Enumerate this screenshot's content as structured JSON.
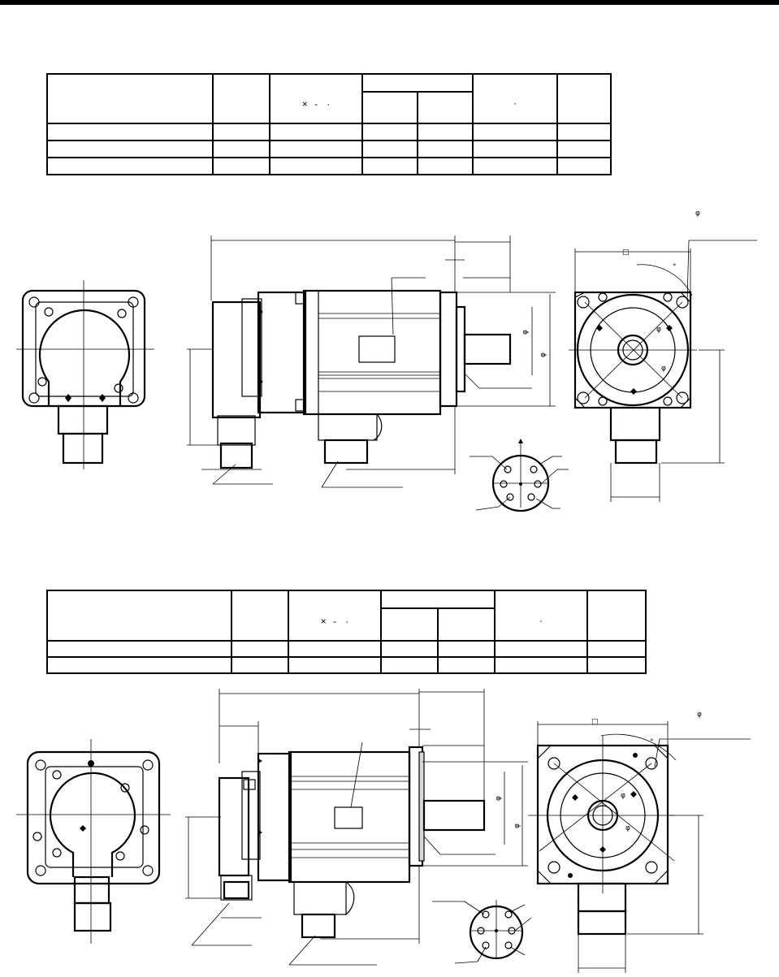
{
  "symbols": {
    "diameter": "φ",
    "square": "□",
    "degree": "°",
    "times": "×",
    "dash": "-",
    "dot": "·",
    "arrow_up": "▲"
  },
  "table1": {
    "rows": 3
  },
  "table2": {
    "rows": 2
  }
}
